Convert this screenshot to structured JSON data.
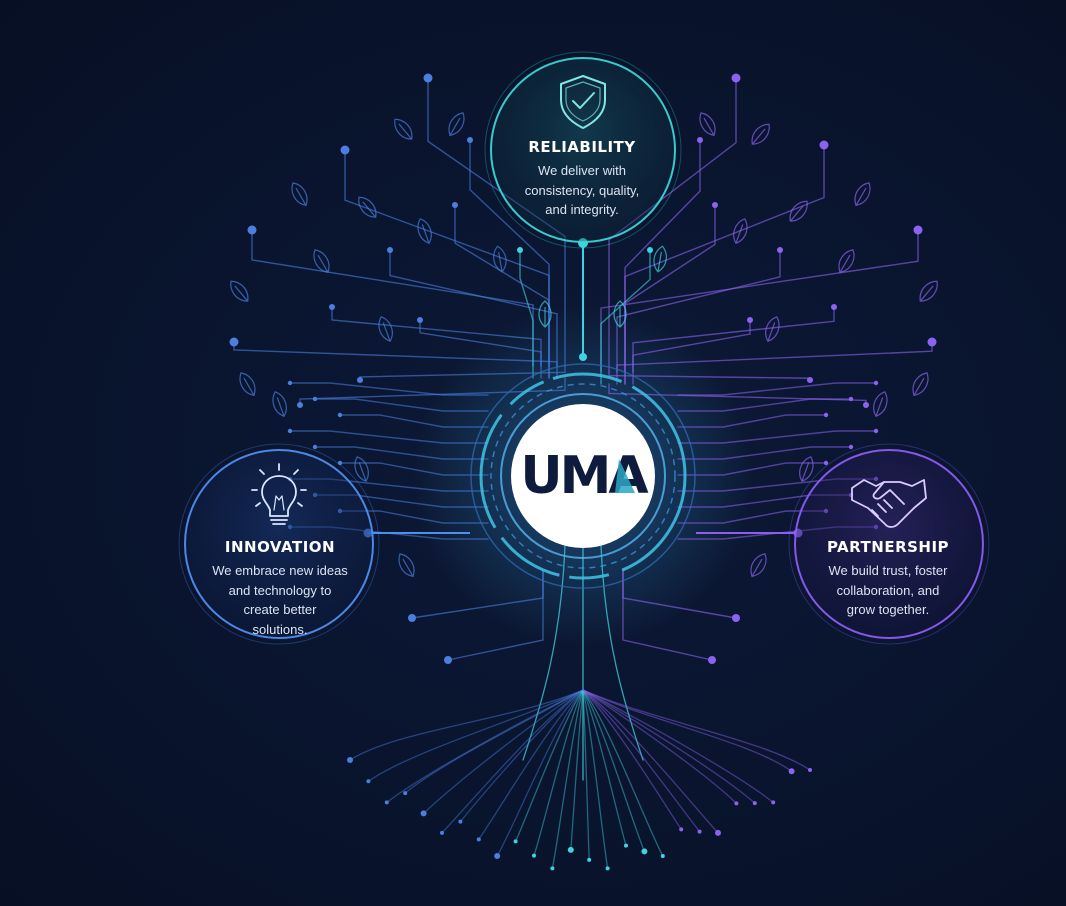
{
  "center": {
    "logo_text": "UMA",
    "colors": {
      "logo_dark": "#0f1b3d",
      "logo_accent": "#2aa6c4"
    }
  },
  "values": [
    {
      "id": "reliability",
      "title": "RELIABILITY",
      "description": "We deliver with\nconsistency, quality,\nand integrity.",
      "icon": "shield-check-icon",
      "color": "#38d6d2"
    },
    {
      "id": "innovation",
      "title": "INNOVATION",
      "description": "We embrace new ideas\nand technology to\ncreate better\nsolutions.",
      "icon": "lightbulb-icon",
      "color": "#4d8ff0"
    },
    {
      "id": "partnership",
      "title": "PARTNERSHIP",
      "description": "We build trust, foster\ncollaboration, and\ngrow together.",
      "icon": "handshake-icon",
      "color": "#8b5cf6"
    }
  ],
  "palette": {
    "background": "#0a1530",
    "circuit_cyan": "#3ed3e0",
    "circuit_blue": "#4a7fe0",
    "circuit_violet": "#8a64f0"
  }
}
